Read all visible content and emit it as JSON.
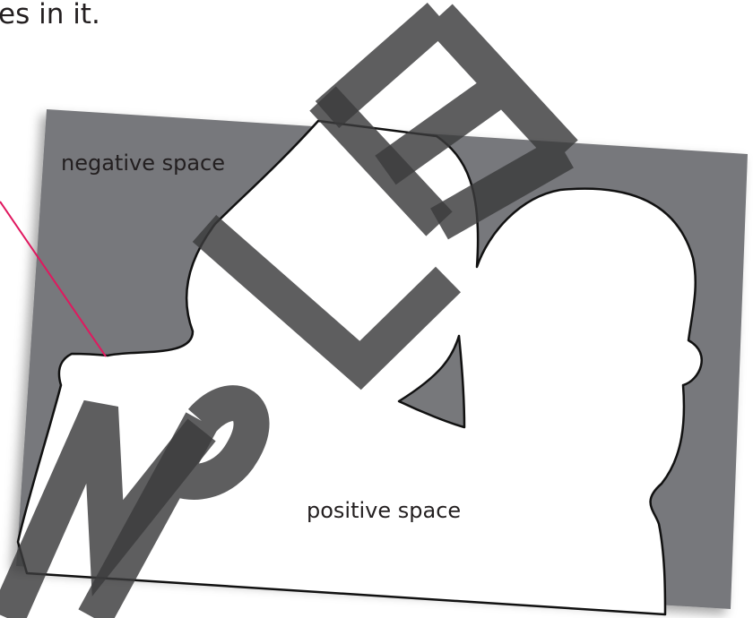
{
  "heading": "es in it.",
  "labels": {
    "negative": "negative space",
    "positive": "positive space"
  },
  "watermark": "SAMPLE",
  "colors": {
    "negative_fill": "#77787b",
    "positive_fill": "#ffffff",
    "outline": "#111111",
    "pointer_line": "#e0185f",
    "watermark": "#3a3a3c"
  }
}
